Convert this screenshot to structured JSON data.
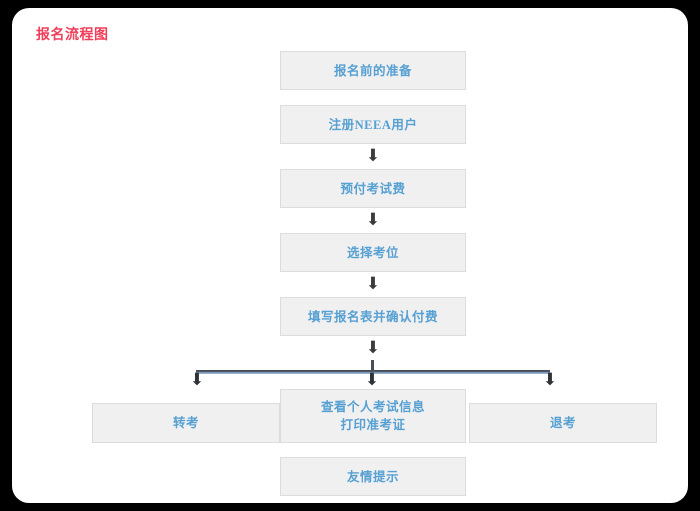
{
  "page": {
    "background_color": "#000000",
    "card_background": "#ffffff"
  },
  "chart_title": "报名流程图",
  "colors": {
    "title": "#ef3f5a",
    "node_text": "#56a0d3",
    "node_fill": "#f0f0f0",
    "node_border": "#dcdcdc",
    "arrow": "#3c3c3c",
    "connector_line": "#7d9fc4"
  },
  "icons": {
    "down_arrow": "⬇",
    "branch_arrow": "⬇"
  },
  "chart_data": {
    "type": "diagram",
    "title": "报名流程图",
    "nodes": [
      {
        "id": "prepare",
        "label": "报名前的准备",
        "stage": 1
      },
      {
        "id": "register",
        "label": "注册NEEA用户",
        "stage": 2
      },
      {
        "id": "prepay",
        "label": "预付考试费",
        "stage": 3
      },
      {
        "id": "seat",
        "label": "选择考位",
        "stage": 4
      },
      {
        "id": "form",
        "label": "填写报名表并确认付费",
        "stage": 5
      },
      {
        "id": "transfer",
        "label": "转考",
        "stage": 6
      },
      {
        "id": "view",
        "label": "查看个人考试信息\n打印准考证",
        "stage": 6
      },
      {
        "id": "refund",
        "label": "退考",
        "stage": 6
      },
      {
        "id": "tips",
        "label": "友情提示",
        "stage": 7
      }
    ],
    "edges": [
      {
        "from": "register",
        "to": "prepay",
        "style": "arrow-down"
      },
      {
        "from": "prepay",
        "to": "seat",
        "style": "arrow-down"
      },
      {
        "from": "seat",
        "to": "form",
        "style": "arrow-down"
      },
      {
        "from": "form",
        "to": "branch",
        "style": "arrow-down"
      },
      {
        "from": "branch",
        "to": "transfer",
        "style": "split-arrow"
      },
      {
        "from": "branch",
        "to": "view",
        "style": "split-arrow"
      },
      {
        "from": "branch",
        "to": "refund",
        "style": "split-arrow"
      }
    ]
  }
}
